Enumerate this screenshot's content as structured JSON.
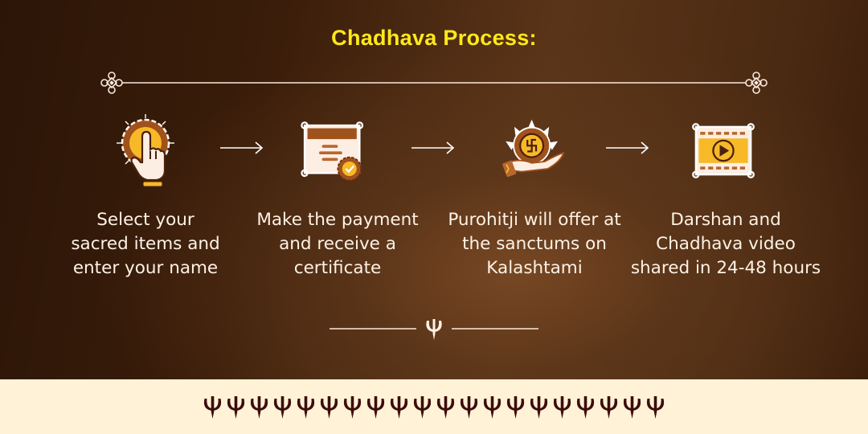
{
  "title": "Chadhava Process:",
  "colors": {
    "title": "#ffe91a",
    "text": "#fdf2e6",
    "background_dark": "#2c1507",
    "background_mid": "#5a3418",
    "footer_band": "#fff2d7",
    "footer_icon": "#3d0c0c",
    "icon_gold": "#f7b928",
    "icon_brown": "#a0521c"
  },
  "steps": [
    {
      "icon": "tap-finger-icon",
      "text": "Select your\nsacred items and\nenter your name"
    },
    {
      "icon": "certificate-icon",
      "text": "Make the payment\nand receive a\ncertificate"
    },
    {
      "icon": "offering-hand-icon",
      "text": "Purohitji will offer at\nthe sanctums on\nKalashtami"
    },
    {
      "icon": "video-film-icon",
      "text": "Darshan and\nChadhava video\nshared in 24-48 hours"
    }
  ],
  "arrows": [
    "arrow-right-icon",
    "arrow-right-icon",
    "arrow-right-icon"
  ],
  "decorations": {
    "top_divider": "knot-ornament-divider",
    "bottom_divider": "trishul-divider",
    "footer_pattern": "trishul-icon",
    "footer_pattern_count": 20
  }
}
